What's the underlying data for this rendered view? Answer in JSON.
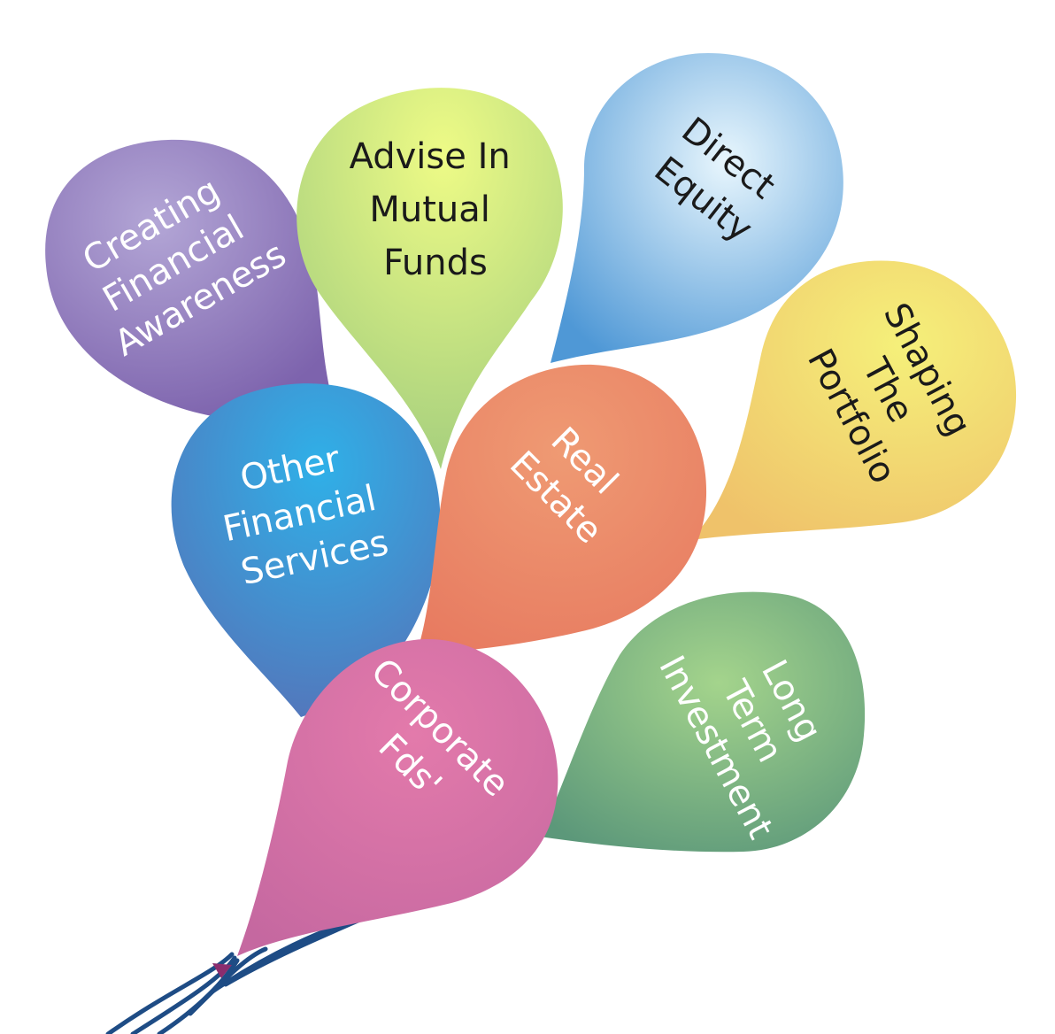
{
  "balloons": {
    "creating_financial_awareness": {
      "lines": [
        "Creating",
        "Financial",
        "Awareness"
      ],
      "colors": [
        "#b3a6d6",
        "#7d63ad"
      ],
      "text_color": "#ffffff"
    },
    "advise_in_mutual_funds": {
      "lines": [
        "Advise In",
        "Mutual",
        "Funds"
      ],
      "colors": [
        "#eefb86",
        "#a7d07e"
      ],
      "text_color": "#1a1a1a"
    },
    "direct_equity": {
      "lines": [
        "Direct",
        "Equity"
      ],
      "colors": [
        "#e8f6fd",
        "#4f98d6"
      ],
      "text_color": "#1a1a1a"
    },
    "shaping_the_portfolio": {
      "lines": [
        "Shaping",
        "The",
        "Portfolio"
      ],
      "colors": [
        "#f5f07a",
        "#efc26a"
      ],
      "text_color": "#1a1a1a"
    },
    "other_financial_services": {
      "lines": [
        "Other",
        "Financial",
        "Services"
      ],
      "colors": [
        "#2fb0e8",
        "#5574b9"
      ],
      "text_color": "#ffffff"
    },
    "real_estate": {
      "lines": [
        "Real",
        "Estate"
      ],
      "colors": [
        "#ef9a73",
        "#e77a60"
      ],
      "text_color": "#ffffff"
    },
    "long_term_investment": {
      "lines": [
        "Long",
        "Term",
        "Investment"
      ],
      "colors": [
        "#a4d48c",
        "#5c987a"
      ],
      "text_color": "#ffffff"
    },
    "corporate_fds": {
      "lines": [
        "Corporate",
        "Fds'"
      ],
      "colors": [
        "#e37aab",
        "#c568a0"
      ],
      "text_color": "#ffffff"
    }
  },
  "string_color": "#1e4c85",
  "knot_color": "#8b2d6e"
}
